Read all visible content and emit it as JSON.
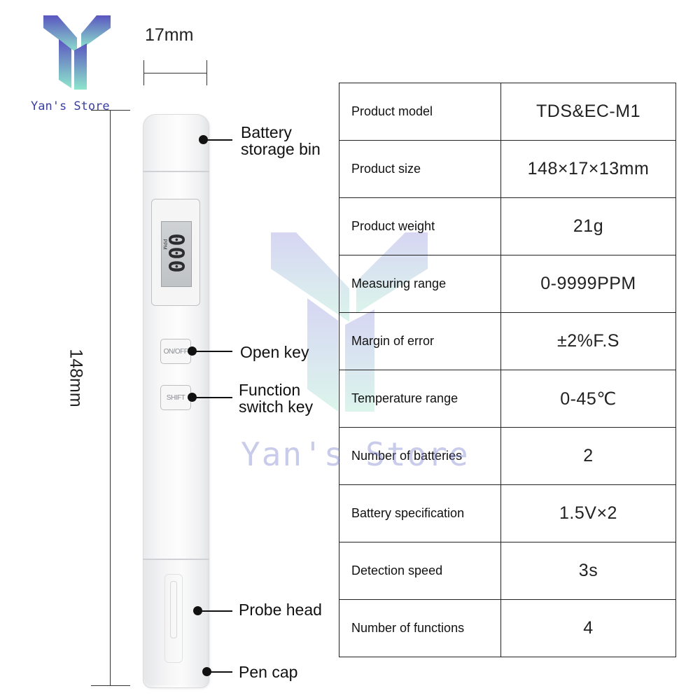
{
  "brand": {
    "name": "Yan's Store",
    "logo_icon": "y-letter-logo-icon",
    "colors": {
      "logo_top": "#6b62c6",
      "logo_bottom": "#8fe3cc"
    }
  },
  "dimensions": {
    "width_label": "17mm",
    "length_label": "148mm"
  },
  "device": {
    "display_value": "000",
    "display_unit": "PPM",
    "on_off_key": "ON/OFF",
    "shift_key": "SHIFT"
  },
  "callouts": [
    {
      "label": "Battery storage bin"
    },
    {
      "label": "Open key"
    },
    {
      "label": "Function switch key"
    },
    {
      "label": "Probe head"
    },
    {
      "label": "Pen cap"
    }
  ],
  "specs": [
    {
      "name": "Product model",
      "value": "TDS&EC-M1"
    },
    {
      "name": "Product size",
      "value": "148×17×13mm"
    },
    {
      "name": "Product weight",
      "value": "21g"
    },
    {
      "name": "Measuring range",
      "value": "0-9999PPM"
    },
    {
      "name": "Margin of error",
      "value": "±2%F.S"
    },
    {
      "name": "Temperature range",
      "value": "0-45℃"
    },
    {
      "name": "Number of batteries",
      "value": "2"
    },
    {
      "name": "Battery specification",
      "value": "1.5V×2"
    },
    {
      "name": "Detection speed",
      "value": "3s"
    },
    {
      "name": "Number of functions",
      "value": "4"
    }
  ]
}
